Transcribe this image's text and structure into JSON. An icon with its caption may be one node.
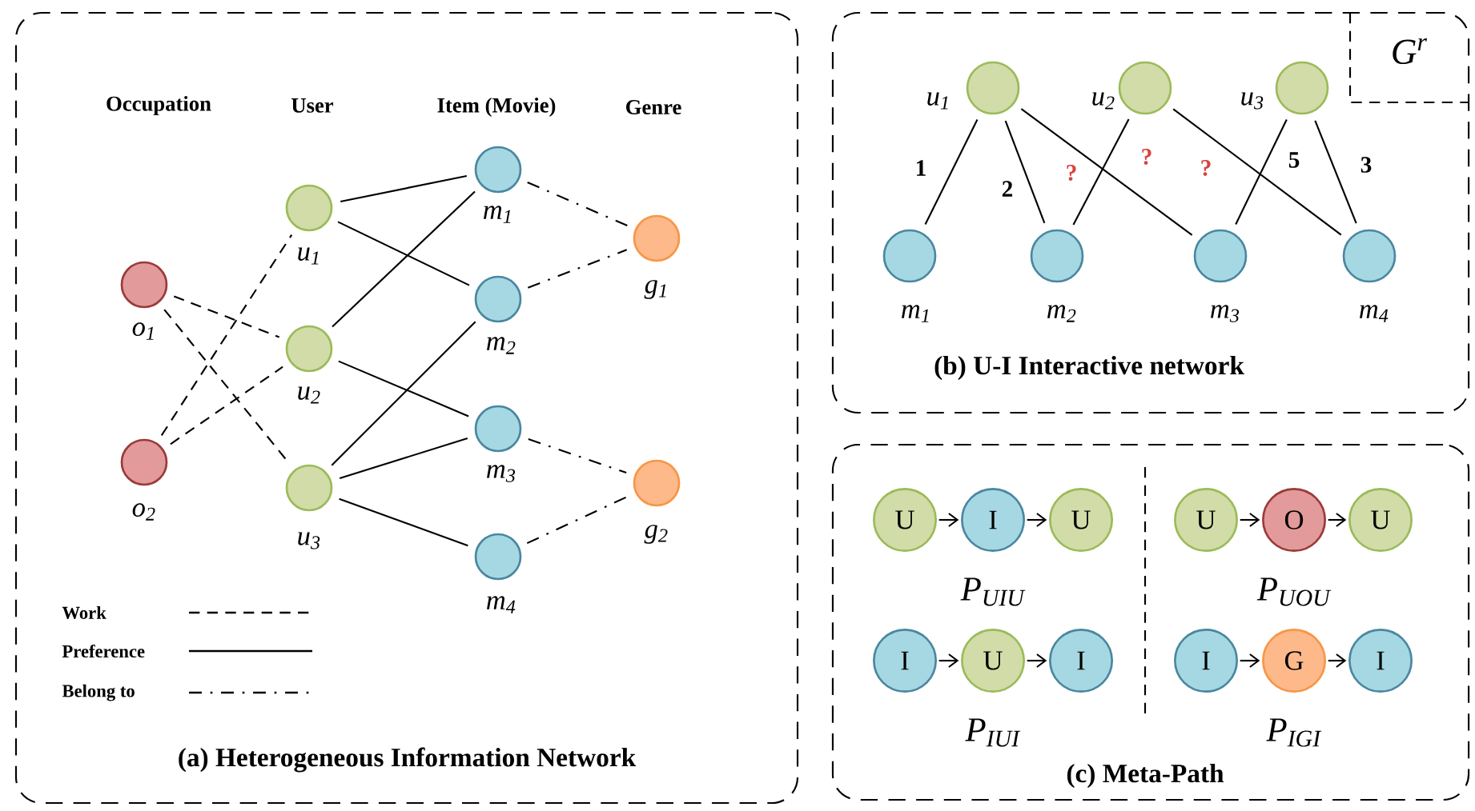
{
  "diagram": {
    "nodes": [
      {
        "text": [
          "(a) Heterogeneous Information Network"
        ]
      },
      {
        "text": [],
        "shape": "circle",
        "in": 0,
        "beside": [
          "o$_{1}$"
        ]
      },
      {
        "text": [],
        "shape": "circle",
        "in": 0,
        "beside": [
          "o$_{2}$"
        ]
      },
      {
        "text": [],
        "shape": "circle",
        "in": 0,
        "beside": [
          "u$_{1}$"
        ]
      },
      {
        "text": [],
        "shape": "circle",
        "in": 0,
        "beside": [
          "u$_{2}$"
        ]
      },
      {
        "text": [],
        "shape": "circle",
        "in": 0,
        "beside": [
          "u$_{3}$"
        ]
      },
      {
        "text": [],
        "shape": "circle",
        "in": 0,
        "beside": [
          "m$_{1}$"
        ]
      },
      {
        "text": [],
        "shape": "circle",
        "in": 0,
        "beside": [
          "m$_{2}$"
        ]
      },
      {
        "text": [],
        "shape": "circle",
        "in": 0,
        "beside": [
          "m$_{3}$"
        ]
      },
      {
        "text": [],
        "shape": "circle",
        "in": 0,
        "beside": [
          "m$_{4}$"
        ]
      },
      {
        "text": [],
        "shape": "circle",
        "in": 0,
        "beside": [
          "g$_{1}$"
        ]
      },
      {
        "text": [],
        "shape": "circle",
        "in": 0,
        "beside": [
          "g$_{2}$"
        ]
      },
      {
        "text": [
          "(b) U-I Interactive network"
        ]
      },
      {
        "text": [
          "G$^{r}$"
        ],
        "in": 12
      },
      {
        "text": [],
        "shape": "circle",
        "in": 12,
        "beside": [
          "u$_{1}$"
        ]
      },
      {
        "text": [],
        "shape": "circle",
        "in": 12,
        "beside": [
          "u$_{2}$"
        ]
      },
      {
        "text": [],
        "shape": "circle",
        "in": 12,
        "beside": [
          "u$_{3}$"
        ]
      },
      {
        "text": [],
        "shape": "circle",
        "in": 12,
        "beside": [
          "m$_{1}$"
        ]
      },
      {
        "text": [],
        "shape": "circle",
        "in": 12,
        "beside": [
          "m$_{2}$"
        ]
      },
      {
        "text": [],
        "shape": "circle",
        "in": 12,
        "beside": [
          "m$_{3}$"
        ]
      },
      {
        "text": [],
        "shape": "circle",
        "in": 12,
        "beside": [
          "m$_{4}$"
        ]
      },
      {
        "text": [
          "(c) Meta-Path"
        ]
      },
      {
        "text": [
          "U"
        ],
        "in": 21
      },
      {
        "text": [
          "I"
        ],
        "in": 21
      },
      {
        "text": [
          "U"
        ],
        "in": 21
      },
      {
        "text": [
          "U"
        ],
        "in": 21
      },
      {
        "text": [
          "O"
        ],
        "in": 21
      },
      {
        "text": [
          "U"
        ],
        "in": 21
      },
      {
        "text": [
          "I"
        ],
        "in": 21
      },
      {
        "text": [
          "U"
        ],
        "in": 21
      },
      {
        "text": [
          "I"
        ],
        "in": 21
      },
      {
        "text": [
          "I"
        ],
        "in": 21
      },
      {
        "text": [
          "G"
        ],
        "in": 21
      },
      {
        "text": [
          "I"
        ],
        "in": 21
      }
    ],
    "edges": [
      {
        "from": 1,
        "to": 4,
        "arrow": "none",
        "style": "dashed"
      },
      {
        "from": 1,
        "to": 5,
        "arrow": "none",
        "style": "dashed"
      },
      {
        "from": 2,
        "to": 3,
        "arrow": "none",
        "style": "dashed"
      },
      {
        "from": 2,
        "to": 4,
        "arrow": "none",
        "style": "dashed"
      },
      {
        "from": 3,
        "to": 6,
        "arrow": "none"
      },
      {
        "from": 3,
        "to": 7,
        "arrow": "none"
      },
      {
        "from": 4,
        "to": 6,
        "arrow": "none"
      },
      {
        "from": 4,
        "to": 8,
        "arrow": "none"
      },
      {
        "from": 5,
        "to": 7,
        "arrow": "none"
      },
      {
        "from": 5,
        "to": 8,
        "arrow": "none"
      },
      {
        "from": 5,
        "to": 9,
        "arrow": "none"
      },
      {
        "from": 6,
        "to": 10,
        "arrow": "none",
        "style": "dashed"
      },
      {
        "from": 7,
        "to": 10,
        "arrow": "none",
        "style": "dashed"
      },
      {
        "from": 8,
        "to": 11,
        "arrow": "none",
        "style": "dashed"
      },
      {
        "from": 9,
        "to": 11,
        "arrow": "none",
        "style": "dashed"
      },
      {
        "from": 14,
        "to": 17,
        "arrow": "none",
        "label": "1"
      },
      {
        "from": 14,
        "to": 18,
        "arrow": "none",
        "label": "2"
      },
      {
        "from": 14,
        "to": 19,
        "arrow": "none",
        "label": "?"
      },
      {
        "from": 15,
        "to": 18,
        "arrow": "none",
        "label": "?"
      },
      {
        "from": 15,
        "to": 20,
        "arrow": "none",
        "label": "?"
      },
      {
        "from": 16,
        "to": 19,
        "arrow": "none",
        "label": "5"
      },
      {
        "from": 16,
        "to": 20,
        "arrow": "none",
        "label": "3"
      },
      {
        "from": 22,
        "to": 23,
        "arrow": "to"
      },
      {
        "from": 23,
        "to": 24,
        "arrow": "to"
      },
      {
        "from": 25,
        "to": 26,
        "arrow": "to"
      },
      {
        "from": 26,
        "to": 27,
        "arrow": "to"
      },
      {
        "from": 28,
        "to": 29,
        "arrow": "to"
      },
      {
        "from": 29,
        "to": 30,
        "arrow": "to"
      },
      {
        "from": 31,
        "to": 32,
        "arrow": "to"
      },
      {
        "from": 32,
        "to": 33,
        "arrow": "to"
      }
    ],
    "labels": [
      "Occupation",
      "User",
      "Item (Movie)",
      "Genre",
      "P$_{UIU}$",
      "P$_{UOU}$",
      "P$_{IUI}$",
      "P$_{IGI}$"
    ],
    "legend": [
      {
        "text": "Work"
      },
      {
        "text": "Preference"
      },
      {
        "text": "Belong to"
      }
    ]
  }
}
